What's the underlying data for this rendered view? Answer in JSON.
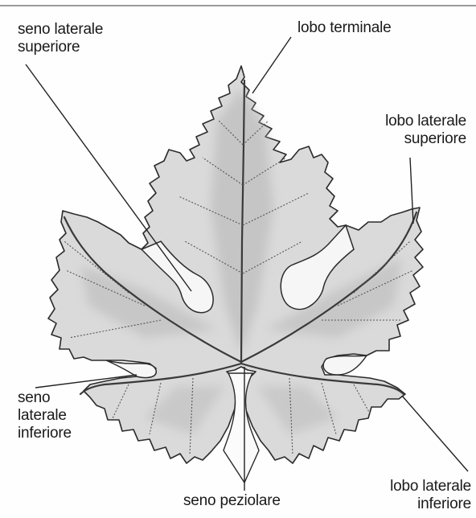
{
  "labels": {
    "seno_laterale_superiore": [
      "seno laterale",
      "superiore"
    ],
    "lobo_terminale": [
      "lobo terminale"
    ],
    "lobo_laterale_superiore": [
      "lobo laterale",
      "superiore"
    ],
    "seno_laterale_inferiore": [
      "seno",
      "laterale",
      "inferiore"
    ],
    "seno_peziolare": [
      "seno peziolare"
    ],
    "lobo_laterale_inferiore": [
      "lobo laterale",
      "inferiore"
    ]
  },
  "colors": {
    "leaf_fill": "#d9d9d9",
    "leaf_shade": "#bdbdbd",
    "leaf_outline": "#2b2b2b",
    "vein": "#4a4a4a",
    "leader_line": "#222222"
  }
}
